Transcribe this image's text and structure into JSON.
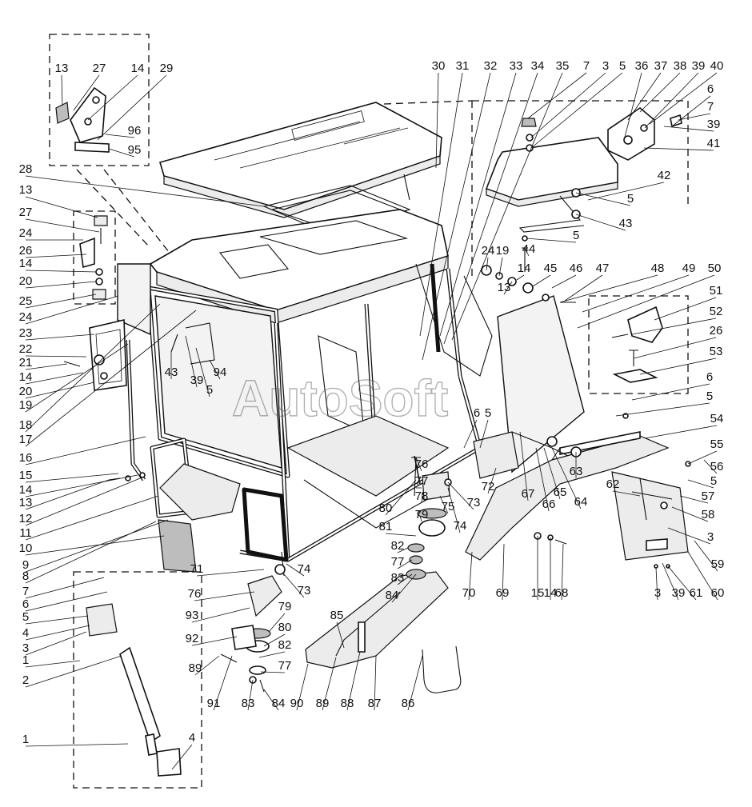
{
  "diagram": {
    "watermark": "AutoSoft",
    "callouts": [
      "13",
      "27",
      "14",
      "29",
      "96",
      "95",
      "28",
      "13",
      "27",
      "24",
      "26",
      "14",
      "20",
      "25",
      "24",
      "23",
      "22",
      "21",
      "14",
      "20",
      "19",
      "18",
      "17",
      "16",
      "15",
      "14",
      "13",
      "12",
      "11",
      "10",
      "9",
      "8",
      "7",
      "6",
      "5",
      "4",
      "3",
      "1",
      "2",
      "1",
      "4",
      "43",
      "39",
      "5",
      "94",
      "30",
      "31",
      "32",
      "33",
      "34",
      "35",
      "7",
      "3",
      "5",
      "36",
      "37",
      "38",
      "39",
      "40",
      "6",
      "7",
      "39",
      "41",
      "42",
      "5",
      "43",
      "5",
      "24",
      "19",
      "44",
      "14",
      "45",
      "13",
      "46",
      "47",
      "48",
      "49",
      "50",
      "51",
      "52",
      "26",
      "53",
      "6",
      "5",
      "54",
      "55",
      "56",
      "5",
      "57",
      "58",
      "62",
      "3",
      "59",
      "60",
      "61",
      "39",
      "3",
      "6",
      "5",
      "72",
      "63",
      "64",
      "65",
      "66",
      "67",
      "73",
      "74",
      "75",
      "76",
      "77",
      "78",
      "79",
      "80",
      "81",
      "82",
      "77",
      "83",
      "84",
      "70",
      "69",
      "15",
      "14",
      "68",
      "71",
      "76",
      "74",
      "73",
      "93",
      "79",
      "92",
      "80",
      "82",
      "77",
      "89",
      "91",
      "83",
      "84",
      "85",
      "90",
      "89",
      "88",
      "87",
      "86"
    ]
  }
}
